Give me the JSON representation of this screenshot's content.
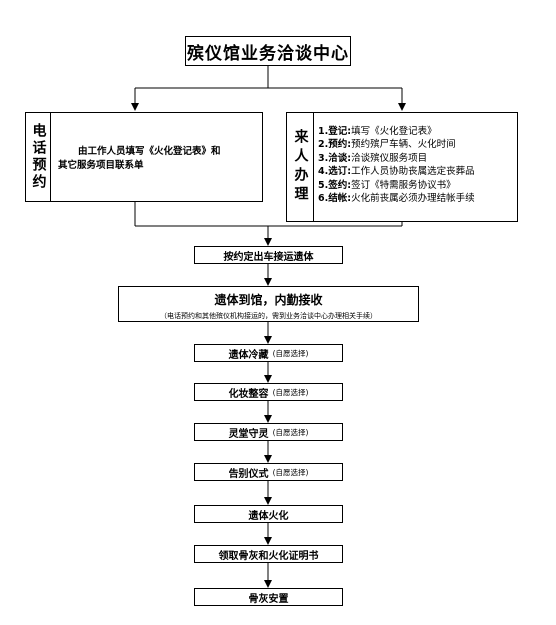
{
  "title": "殡仪馆业务洽谈中心",
  "phone_booking": {
    "label": "电话预约",
    "text_line1": "由工作人员填写《火化登记表》和",
    "text_line2": "其它服务项目联系单"
  },
  "walk_in": {
    "label": "来人办理",
    "items": [
      {
        "num": "1.",
        "key": "登记",
        "text": "填写《火化登记表》"
      },
      {
        "num": "2.",
        "key": "预约",
        "text": "预约殡尸车辆、火化时间"
      },
      {
        "num": "3.",
        "key": "洽谈",
        "text": "洽谈殡仪服务项目"
      },
      {
        "num": "4.",
        "key": "选订",
        "text": "工作人员协助丧属选定丧葬品"
      },
      {
        "num": "5.",
        "key": "签约",
        "text": "签订《特需服务协议书》"
      },
      {
        "num": "6.",
        "key": "结帐",
        "text": "火化前丧属必须办理结帐手续"
      }
    ]
  },
  "steps": {
    "pickup": "按约定出车接运遗体",
    "arrival": "遗体到馆，内勤接收",
    "arrival_note": "（电话预约和其他殡仪机构接运的，需到业务洽谈中心办理相关手续）",
    "cold_storage": "遗体冷藏",
    "makeup": "化妆整容",
    "vigil": "灵堂守灵",
    "farewell": "告别仪式",
    "cremation": "遗体火化",
    "collect": "领取骨灰和火化证明书",
    "placement": "骨灰安置"
  },
  "optional_note": "(自愿选择)"
}
